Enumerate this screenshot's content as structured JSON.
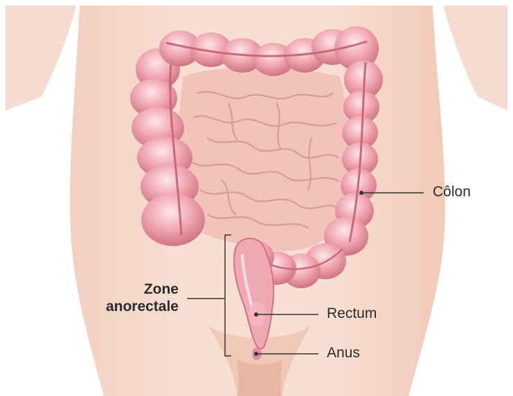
{
  "labels": {
    "colon": "Côlon",
    "zone_line1": "Zone",
    "zone_line2": "anorectale",
    "rectum": "Rectum",
    "anus": "Anus"
  },
  "side_code": "",
  "colors": {
    "skin": "#f5d9c9",
    "skin_shadow": "#eec4b2",
    "colon": "#ec9aa6",
    "colon_dark": "#c96879",
    "colon_light": "#fadde1",
    "intestine": "#f1c3bb",
    "intestine_line": "#d99b97",
    "leader": "#333333"
  }
}
